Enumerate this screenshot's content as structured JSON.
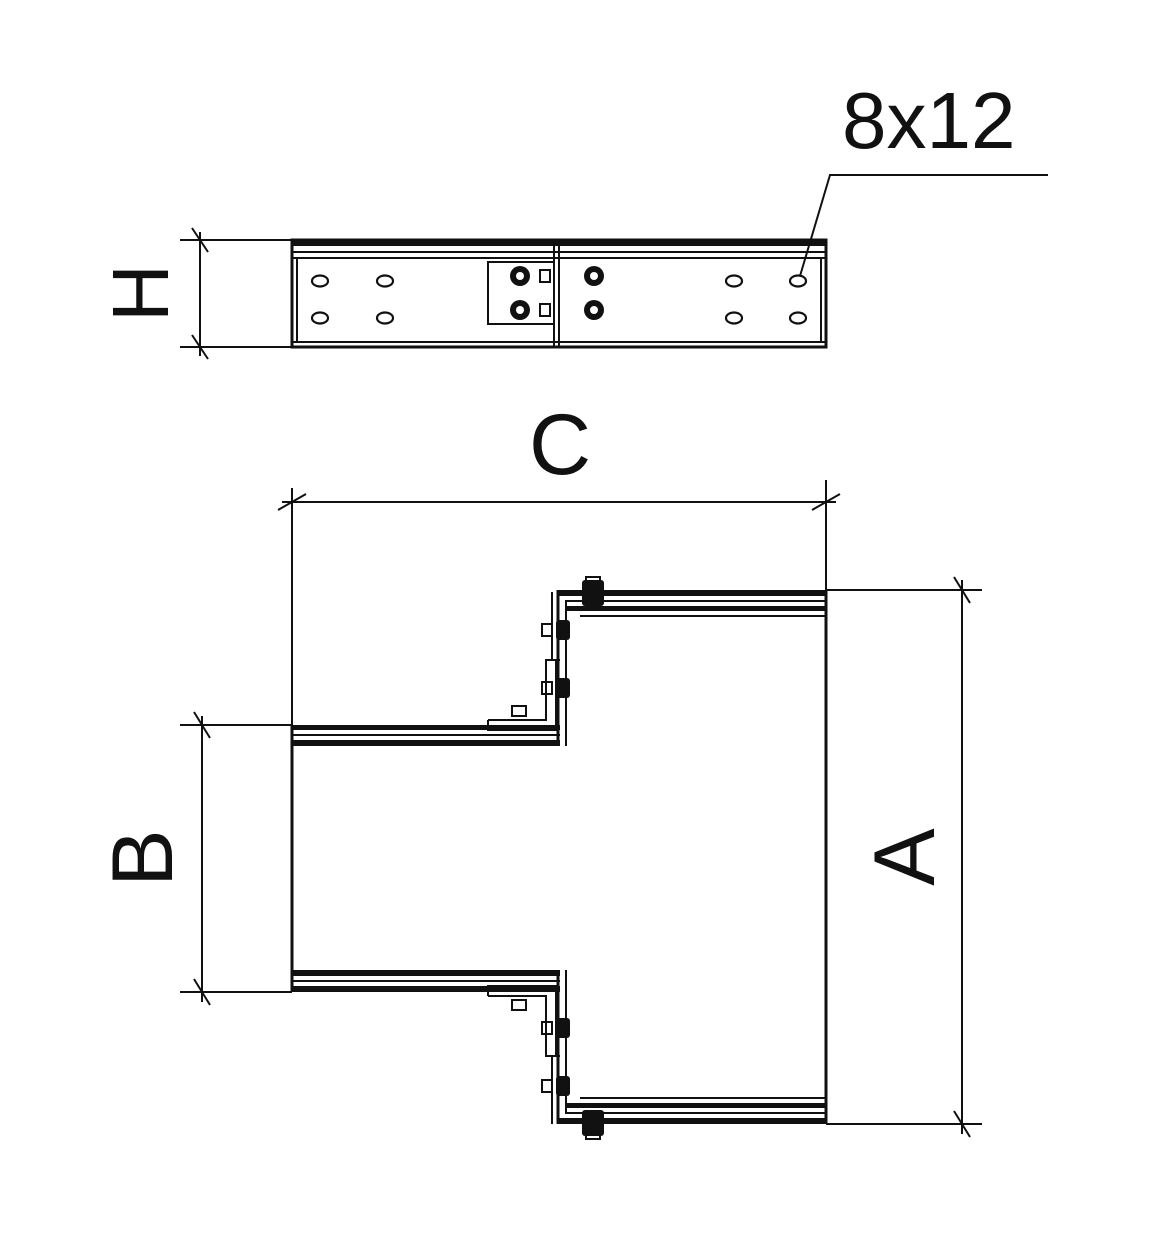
{
  "labels": {
    "hole_size": "8x12",
    "height": "H",
    "length": "C",
    "reduced_width": "B",
    "main_width": "A"
  },
  "colors": {
    "line": "#111111",
    "background": "#ffffff"
  }
}
